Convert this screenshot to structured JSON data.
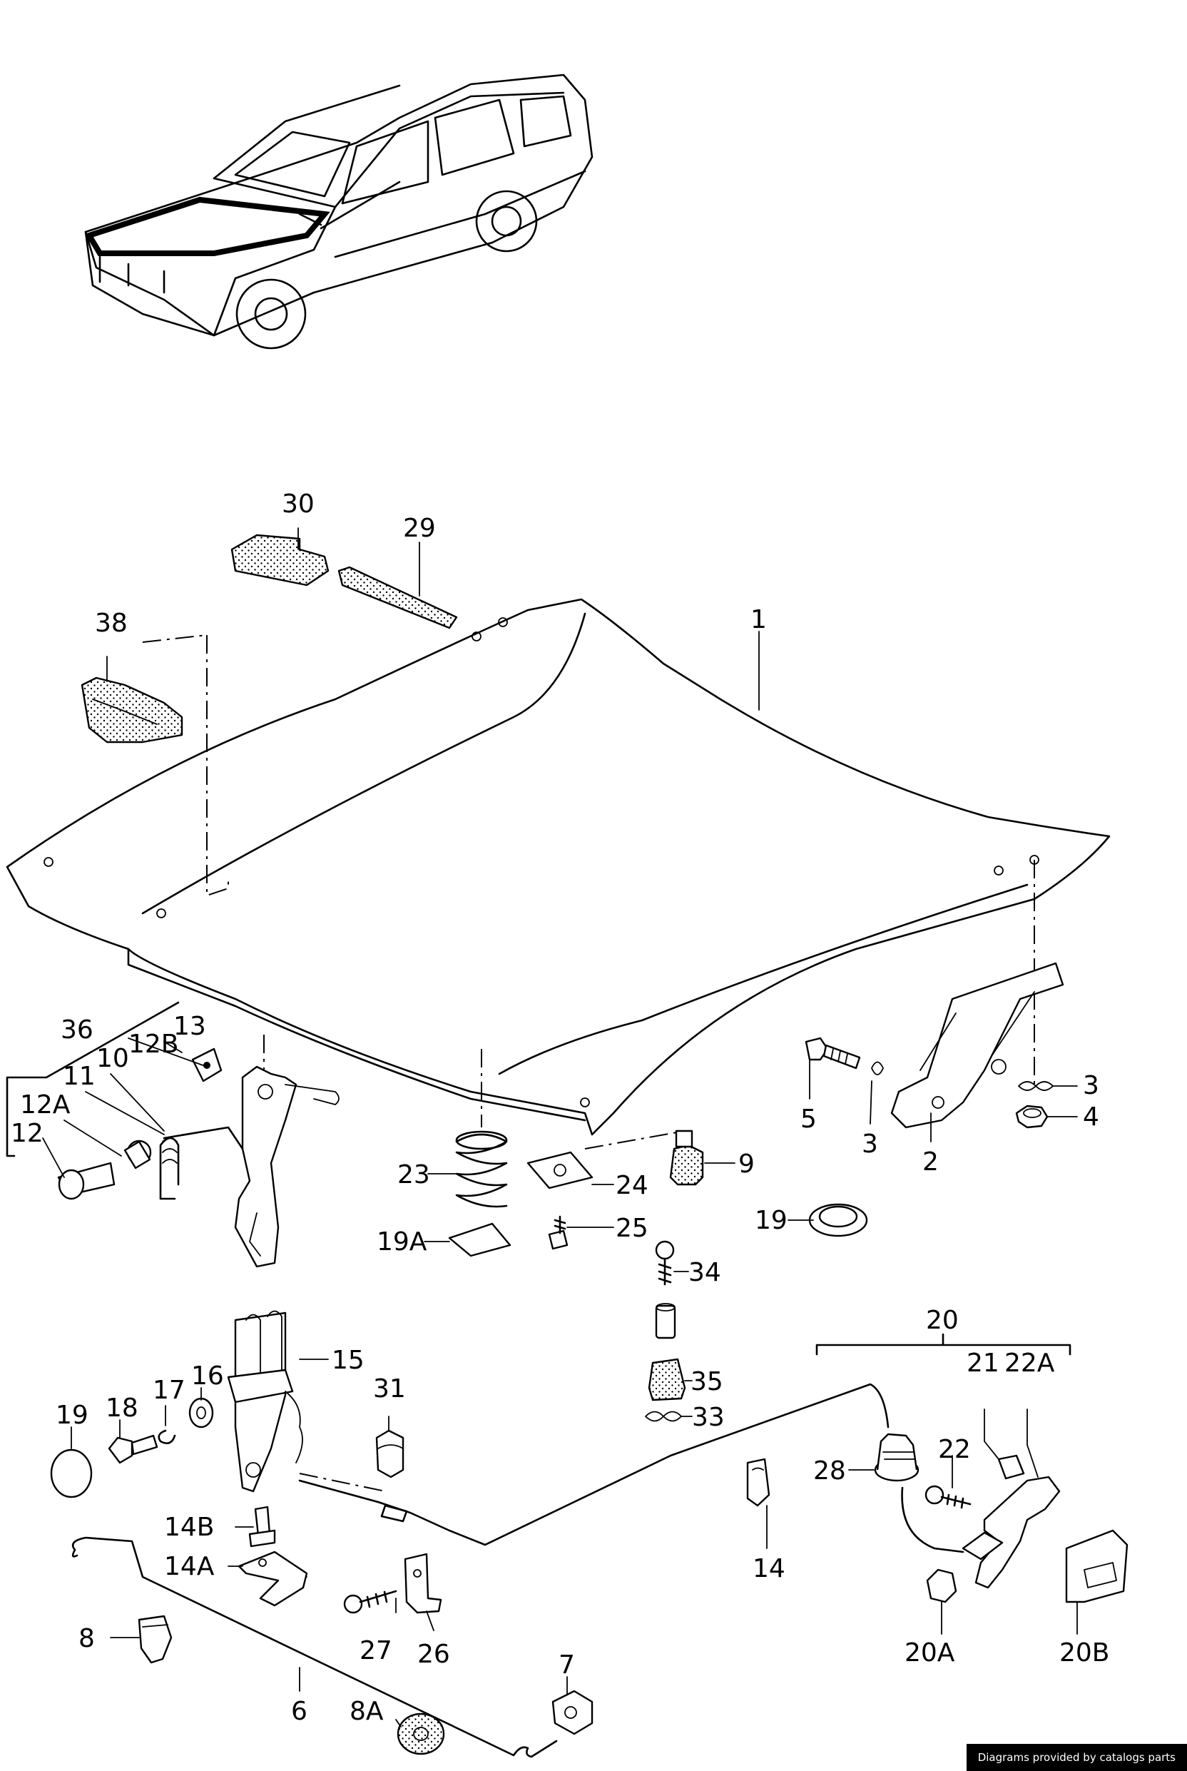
{
  "credit": "Diagrams provided by catalogs parts",
  "callouts": {
    "c1": "1",
    "c2": "2",
    "c3a": "3",
    "c3b": "3",
    "c4": "4",
    "c5": "5",
    "c6": "6",
    "c7": "7",
    "c8": "8",
    "c8A": "8A",
    "c9": "9",
    "c10": "10",
    "c11": "11",
    "c12": "12",
    "c12A": "12A",
    "c12B": "12B",
    "c13": "13",
    "c14": "14",
    "c14A": "14A",
    "c14B": "14B",
    "c15": "15",
    "c16": "16",
    "c17": "17",
    "c18": "18",
    "c19a": "19",
    "c19b": "19",
    "c19A": "19A",
    "c20": "20",
    "c20A": "20A",
    "c20B": "20B",
    "c21": "21",
    "c22": "22",
    "c22A": "22A",
    "c23": "23",
    "c24": "24",
    "c25": "25",
    "c26": "26",
    "c27": "27",
    "c28": "28",
    "c29": "29",
    "c30": "30",
    "c31": "31",
    "c33": "33",
    "c34": "34",
    "c35": "35",
    "c36": "36",
    "c38": "38"
  }
}
